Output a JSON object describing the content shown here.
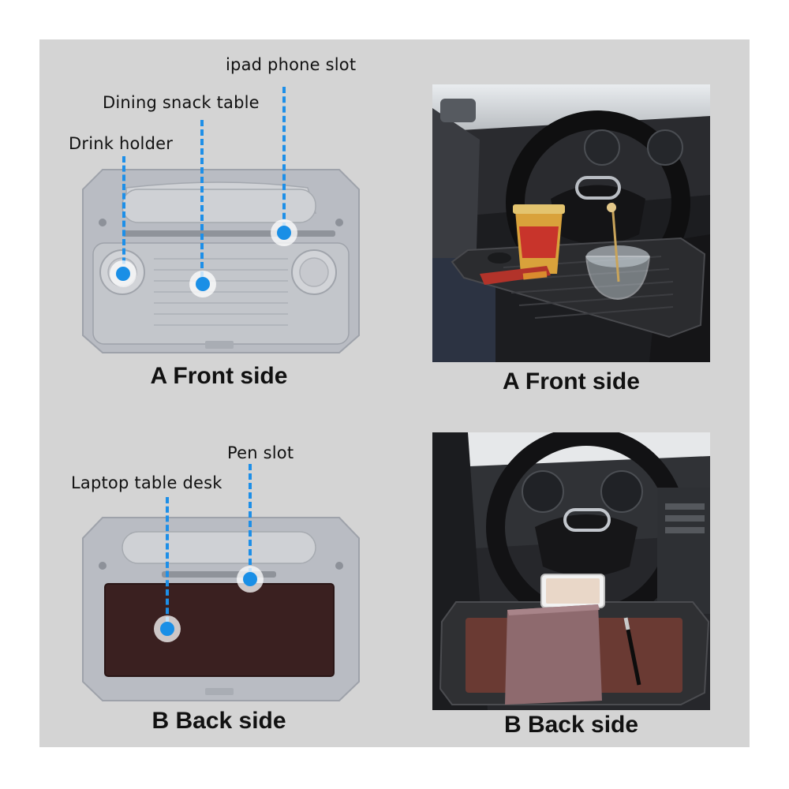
{
  "top_diagram": {
    "labels": {
      "ipad_phone_slot": "ipad phone slot",
      "dining_snack_table": "Dining snack table",
      "drink_holder": "Drink holder"
    },
    "caption": "A Front side"
  },
  "top_photo": {
    "caption": "A Front side"
  },
  "bottom_diagram": {
    "labels": {
      "pen_slot": "Pen slot",
      "laptop_table_desk": "Laptop table desk"
    },
    "caption": "B Back side"
  },
  "bottom_photo": {
    "caption": "B Back side"
  },
  "colors": {
    "panel_background": "#d4d4d4",
    "tray_gray": "#b9bcc3",
    "callout_blue": "#1a8fe6",
    "desk_pad_brown": "#3a2020"
  }
}
